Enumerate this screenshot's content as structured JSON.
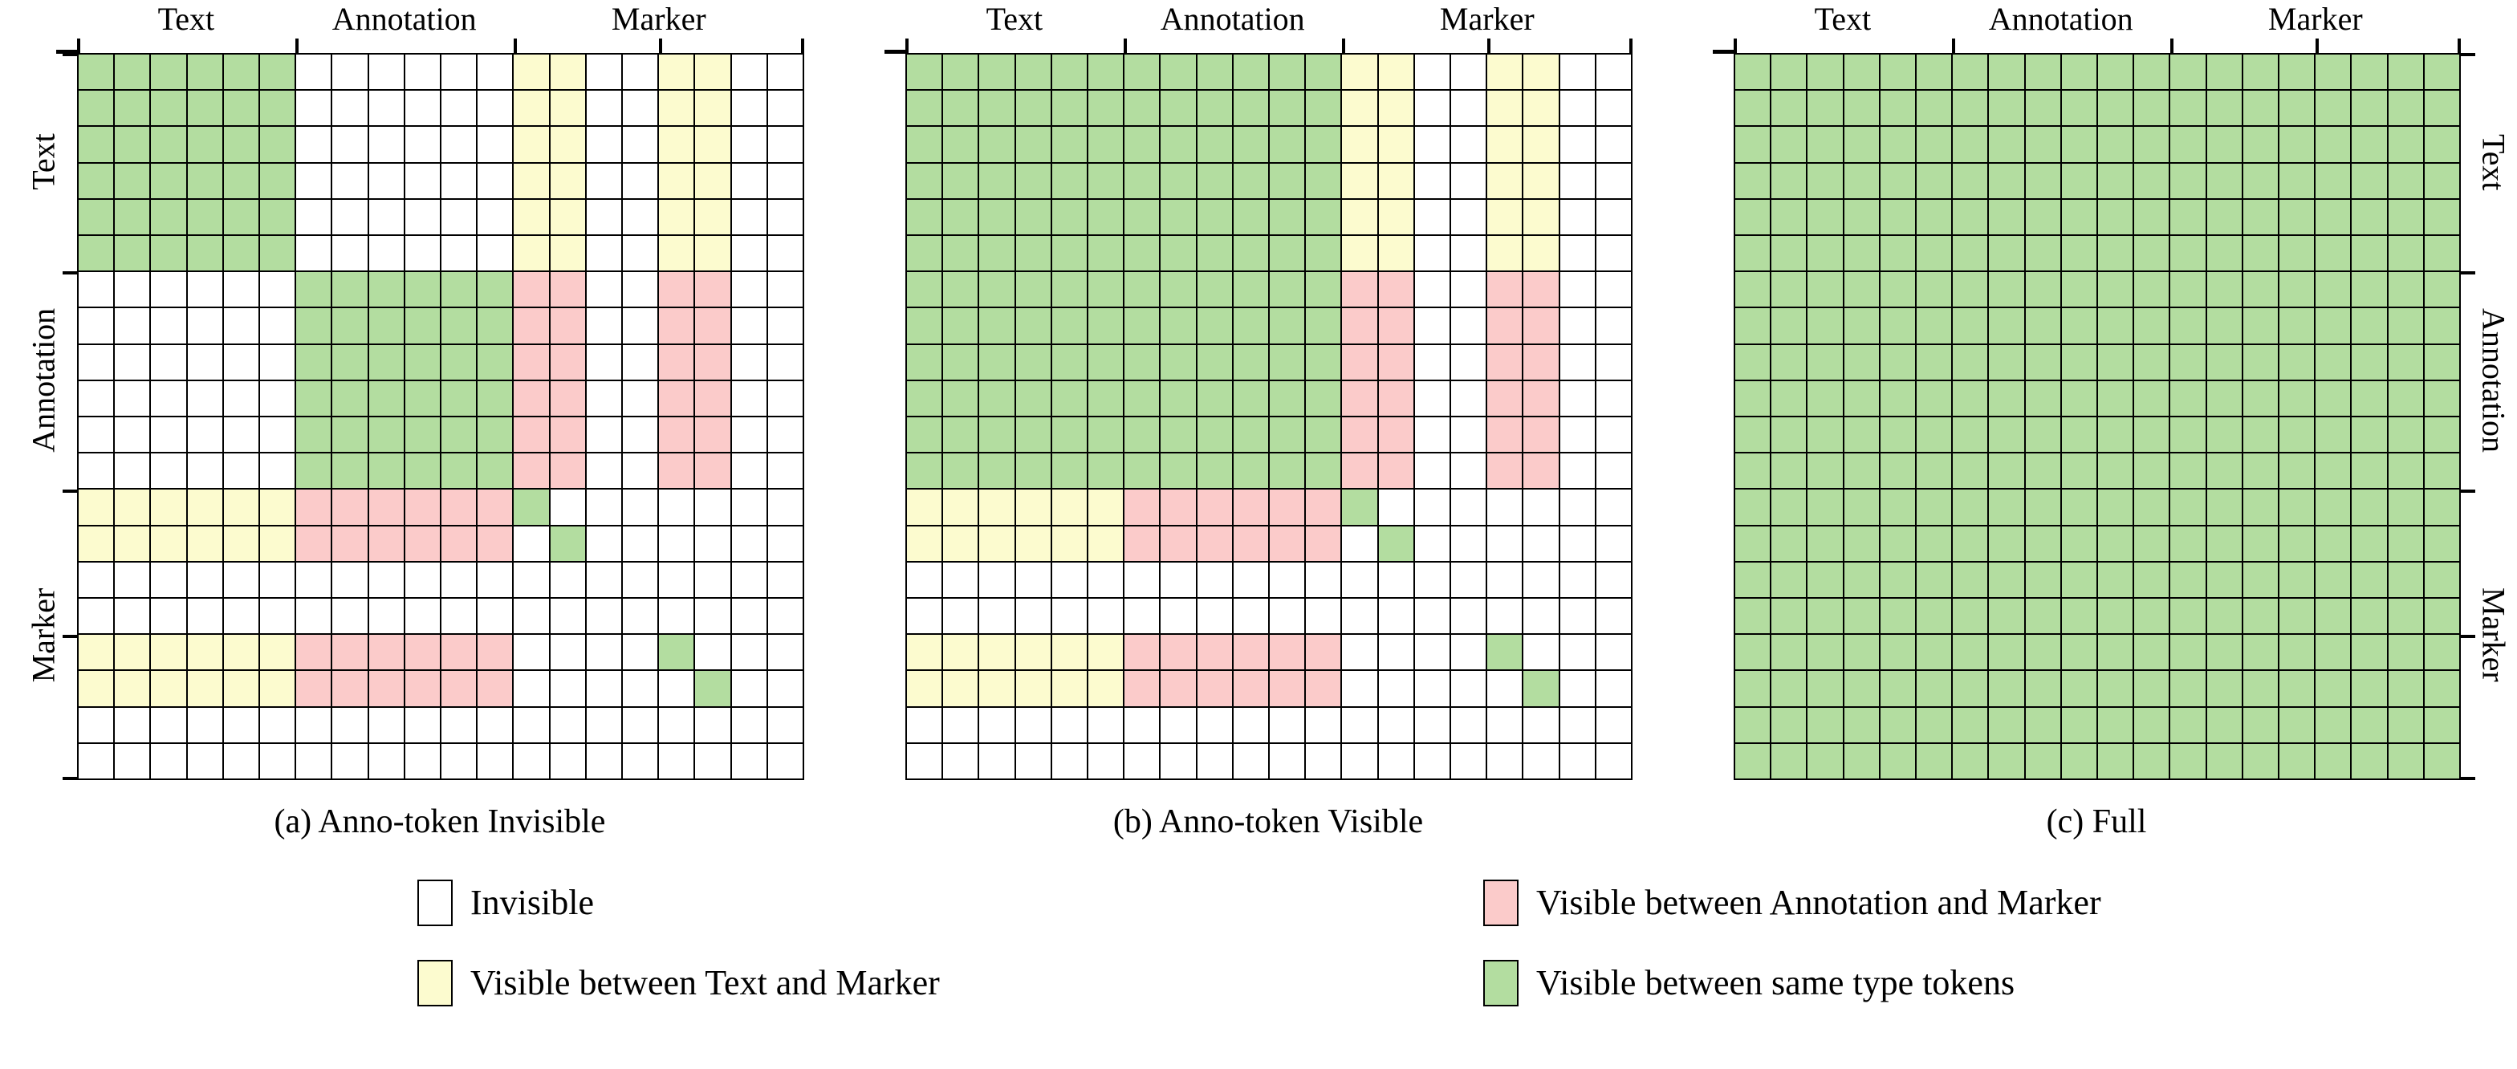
{
  "figure": {
    "group_labels": [
      "Text",
      "Annotation",
      "Marker"
    ],
    "group_sizes": [
      6,
      6,
      8
    ],
    "matrix_size": 20,
    "colors": {
      "invisible": "#ffffff",
      "text_marker": "#fcfbcf",
      "annotation_marker": "#fbcbca",
      "same_type": "#b3dda0",
      "grid_line": "#000000"
    }
  },
  "panels": [
    {
      "id": "a",
      "caption": "(a) Anno-token Invisible",
      "col_labels": [
        "Text",
        "Annotation",
        "Marker"
      ],
      "row_labels": [
        "Text",
        "Annotation",
        "Marker"
      ],
      "show_right_labels": false
    },
    {
      "id": "b",
      "caption": "(b) Anno-token Visible",
      "col_labels": [
        "Text",
        "Annotation",
        "Marker"
      ],
      "row_labels": [
        "Text",
        "Annotation",
        "Marker"
      ],
      "show_right_labels": false
    },
    {
      "id": "c",
      "caption": "(c) Full",
      "col_labels": [
        "Text",
        "Annotation",
        "Marker"
      ],
      "row_labels": [
        "Text",
        "Annotation",
        "Marker"
      ],
      "show_right_labels": true
    }
  ],
  "legend": [
    {
      "swatch": "#ffffff",
      "label": "Invisible"
    },
    {
      "swatch": "#fcfbcf",
      "label": "Visible between Text and Marker"
    },
    {
      "swatch": "#fbcbca",
      "label": "Visible between Annotation and Marker"
    },
    {
      "swatch": "#b3dda0",
      "label": "Visible between same type tokens"
    }
  ],
  "chart_data": {
    "type": "heatmap",
    "title": "",
    "xlabel": "",
    "ylabel": "",
    "n_rows": 20,
    "n_cols": 20,
    "category_codes": {
      "0": "invisible",
      "1": "text_marker",
      "2": "annotation_marker",
      "3": "same_type"
    },
    "group_ranges": {
      "Text": [
        0,
        5
      ],
      "Annotation": [
        6,
        11
      ],
      "Marker": [
        12,
        19
      ]
    },
    "panels": {
      "a": [
        [
          3,
          3,
          3,
          3,
          3,
          3,
          0,
          0,
          0,
          0,
          0,
          0,
          1,
          1,
          0,
          0,
          1,
          1,
          0,
          0
        ],
        [
          3,
          3,
          3,
          3,
          3,
          3,
          0,
          0,
          0,
          0,
          0,
          0,
          1,
          1,
          0,
          0,
          1,
          1,
          0,
          0
        ],
        [
          3,
          3,
          3,
          3,
          3,
          3,
          0,
          0,
          0,
          0,
          0,
          0,
          1,
          1,
          0,
          0,
          1,
          1,
          0,
          0
        ],
        [
          3,
          3,
          3,
          3,
          3,
          3,
          0,
          0,
          0,
          0,
          0,
          0,
          1,
          1,
          0,
          0,
          1,
          1,
          0,
          0
        ],
        [
          3,
          3,
          3,
          3,
          3,
          3,
          0,
          0,
          0,
          0,
          0,
          0,
          1,
          1,
          0,
          0,
          1,
          1,
          0,
          0
        ],
        [
          3,
          3,
          3,
          3,
          3,
          3,
          0,
          0,
          0,
          0,
          0,
          0,
          1,
          1,
          0,
          0,
          1,
          1,
          0,
          0
        ],
        [
          0,
          0,
          0,
          0,
          0,
          0,
          3,
          3,
          3,
          3,
          3,
          3,
          2,
          2,
          0,
          0,
          2,
          2,
          0,
          0
        ],
        [
          0,
          0,
          0,
          0,
          0,
          0,
          3,
          3,
          3,
          3,
          3,
          3,
          2,
          2,
          0,
          0,
          2,
          2,
          0,
          0
        ],
        [
          0,
          0,
          0,
          0,
          0,
          0,
          3,
          3,
          3,
          3,
          3,
          3,
          2,
          2,
          0,
          0,
          2,
          2,
          0,
          0
        ],
        [
          0,
          0,
          0,
          0,
          0,
          0,
          3,
          3,
          3,
          3,
          3,
          3,
          2,
          2,
          0,
          0,
          2,
          2,
          0,
          0
        ],
        [
          0,
          0,
          0,
          0,
          0,
          0,
          3,
          3,
          3,
          3,
          3,
          3,
          2,
          2,
          0,
          0,
          2,
          2,
          0,
          0
        ],
        [
          0,
          0,
          0,
          0,
          0,
          0,
          3,
          3,
          3,
          3,
          3,
          3,
          2,
          2,
          0,
          0,
          2,
          2,
          0,
          0
        ],
        [
          1,
          1,
          1,
          1,
          1,
          1,
          2,
          2,
          2,
          2,
          2,
          2,
          3,
          0,
          0,
          0,
          0,
          0,
          0,
          0
        ],
        [
          1,
          1,
          1,
          1,
          1,
          1,
          2,
          2,
          2,
          2,
          2,
          2,
          0,
          3,
          0,
          0,
          0,
          0,
          0,
          0
        ],
        [
          0,
          0,
          0,
          0,
          0,
          0,
          0,
          0,
          0,
          0,
          0,
          0,
          0,
          0,
          0,
          0,
          0,
          0,
          0,
          0
        ],
        [
          0,
          0,
          0,
          0,
          0,
          0,
          0,
          0,
          0,
          0,
          0,
          0,
          0,
          0,
          0,
          0,
          0,
          0,
          0,
          0
        ],
        [
          1,
          1,
          1,
          1,
          1,
          1,
          2,
          2,
          2,
          2,
          2,
          2,
          0,
          0,
          0,
          0,
          3,
          0,
          0,
          0
        ],
        [
          1,
          1,
          1,
          1,
          1,
          1,
          2,
          2,
          2,
          2,
          2,
          2,
          0,
          0,
          0,
          0,
          0,
          3,
          0,
          0
        ],
        [
          0,
          0,
          0,
          0,
          0,
          0,
          0,
          0,
          0,
          0,
          0,
          0,
          0,
          0,
          0,
          0,
          0,
          0,
          0,
          0
        ],
        [
          0,
          0,
          0,
          0,
          0,
          0,
          0,
          0,
          0,
          0,
          0,
          0,
          0,
          0,
          0,
          0,
          0,
          0,
          0,
          0
        ]
      ],
      "b": [
        [
          3,
          3,
          3,
          3,
          3,
          3,
          3,
          3,
          3,
          3,
          3,
          3,
          1,
          1,
          0,
          0,
          1,
          1,
          0,
          0
        ],
        [
          3,
          3,
          3,
          3,
          3,
          3,
          3,
          3,
          3,
          3,
          3,
          3,
          1,
          1,
          0,
          0,
          1,
          1,
          0,
          0
        ],
        [
          3,
          3,
          3,
          3,
          3,
          3,
          3,
          3,
          3,
          3,
          3,
          3,
          1,
          1,
          0,
          0,
          1,
          1,
          0,
          0
        ],
        [
          3,
          3,
          3,
          3,
          3,
          3,
          3,
          3,
          3,
          3,
          3,
          3,
          1,
          1,
          0,
          0,
          1,
          1,
          0,
          0
        ],
        [
          3,
          3,
          3,
          3,
          3,
          3,
          3,
          3,
          3,
          3,
          3,
          3,
          1,
          1,
          0,
          0,
          1,
          1,
          0,
          0
        ],
        [
          3,
          3,
          3,
          3,
          3,
          3,
          3,
          3,
          3,
          3,
          3,
          3,
          1,
          1,
          0,
          0,
          1,
          1,
          0,
          0
        ],
        [
          3,
          3,
          3,
          3,
          3,
          3,
          3,
          3,
          3,
          3,
          3,
          3,
          2,
          2,
          0,
          0,
          2,
          2,
          0,
          0
        ],
        [
          3,
          3,
          3,
          3,
          3,
          3,
          3,
          3,
          3,
          3,
          3,
          3,
          2,
          2,
          0,
          0,
          2,
          2,
          0,
          0
        ],
        [
          3,
          3,
          3,
          3,
          3,
          3,
          3,
          3,
          3,
          3,
          3,
          3,
          2,
          2,
          0,
          0,
          2,
          2,
          0,
          0
        ],
        [
          3,
          3,
          3,
          3,
          3,
          3,
          3,
          3,
          3,
          3,
          3,
          3,
          2,
          2,
          0,
          0,
          2,
          2,
          0,
          0
        ],
        [
          3,
          3,
          3,
          3,
          3,
          3,
          3,
          3,
          3,
          3,
          3,
          3,
          2,
          2,
          0,
          0,
          2,
          2,
          0,
          0
        ],
        [
          3,
          3,
          3,
          3,
          3,
          3,
          3,
          3,
          3,
          3,
          3,
          3,
          2,
          2,
          0,
          0,
          2,
          2,
          0,
          0
        ],
        [
          1,
          1,
          1,
          1,
          1,
          1,
          2,
          2,
          2,
          2,
          2,
          2,
          3,
          0,
          0,
          0,
          0,
          0,
          0,
          0
        ],
        [
          1,
          1,
          1,
          1,
          1,
          1,
          2,
          2,
          2,
          2,
          2,
          2,
          0,
          3,
          0,
          0,
          0,
          0,
          0,
          0
        ],
        [
          0,
          0,
          0,
          0,
          0,
          0,
          0,
          0,
          0,
          0,
          0,
          0,
          0,
          0,
          0,
          0,
          0,
          0,
          0,
          0
        ],
        [
          0,
          0,
          0,
          0,
          0,
          0,
          0,
          0,
          0,
          0,
          0,
          0,
          0,
          0,
          0,
          0,
          0,
          0,
          0,
          0
        ],
        [
          1,
          1,
          1,
          1,
          1,
          1,
          2,
          2,
          2,
          2,
          2,
          2,
          0,
          0,
          0,
          0,
          3,
          0,
          0,
          0
        ],
        [
          1,
          1,
          1,
          1,
          1,
          1,
          2,
          2,
          2,
          2,
          2,
          2,
          0,
          0,
          0,
          0,
          0,
          3,
          0,
          0
        ],
        [
          0,
          0,
          0,
          0,
          0,
          0,
          0,
          0,
          0,
          0,
          0,
          0,
          0,
          0,
          0,
          0,
          0,
          0,
          0,
          0
        ],
        [
          0,
          0,
          0,
          0,
          0,
          0,
          0,
          0,
          0,
          0,
          0,
          0,
          0,
          0,
          0,
          0,
          0,
          0,
          0,
          0
        ]
      ],
      "c": [
        [
          3,
          3,
          3,
          3,
          3,
          3,
          3,
          3,
          3,
          3,
          3,
          3,
          3,
          3,
          3,
          3,
          3,
          3,
          3,
          3
        ],
        [
          3,
          3,
          3,
          3,
          3,
          3,
          3,
          3,
          3,
          3,
          3,
          3,
          3,
          3,
          3,
          3,
          3,
          3,
          3,
          3
        ],
        [
          3,
          3,
          3,
          3,
          3,
          3,
          3,
          3,
          3,
          3,
          3,
          3,
          3,
          3,
          3,
          3,
          3,
          3,
          3,
          3
        ],
        [
          3,
          3,
          3,
          3,
          3,
          3,
          3,
          3,
          3,
          3,
          3,
          3,
          3,
          3,
          3,
          3,
          3,
          3,
          3,
          3
        ],
        [
          3,
          3,
          3,
          3,
          3,
          3,
          3,
          3,
          3,
          3,
          3,
          3,
          3,
          3,
          3,
          3,
          3,
          3,
          3,
          3
        ],
        [
          3,
          3,
          3,
          3,
          3,
          3,
          3,
          3,
          3,
          3,
          3,
          3,
          3,
          3,
          3,
          3,
          3,
          3,
          3,
          3
        ],
        [
          3,
          3,
          3,
          3,
          3,
          3,
          3,
          3,
          3,
          3,
          3,
          3,
          3,
          3,
          3,
          3,
          3,
          3,
          3,
          3
        ],
        [
          3,
          3,
          3,
          3,
          3,
          3,
          3,
          3,
          3,
          3,
          3,
          3,
          3,
          3,
          3,
          3,
          3,
          3,
          3,
          3
        ],
        [
          3,
          3,
          3,
          3,
          3,
          3,
          3,
          3,
          3,
          3,
          3,
          3,
          3,
          3,
          3,
          3,
          3,
          3,
          3,
          3
        ],
        [
          3,
          3,
          3,
          3,
          3,
          3,
          3,
          3,
          3,
          3,
          3,
          3,
          3,
          3,
          3,
          3,
          3,
          3,
          3,
          3
        ],
        [
          3,
          3,
          3,
          3,
          3,
          3,
          3,
          3,
          3,
          3,
          3,
          3,
          3,
          3,
          3,
          3,
          3,
          3,
          3,
          3
        ],
        [
          3,
          3,
          3,
          3,
          3,
          3,
          3,
          3,
          3,
          3,
          3,
          3,
          3,
          3,
          3,
          3,
          3,
          3,
          3,
          3
        ],
        [
          3,
          3,
          3,
          3,
          3,
          3,
          3,
          3,
          3,
          3,
          3,
          3,
          3,
          3,
          3,
          3,
          3,
          3,
          3,
          3
        ],
        [
          3,
          3,
          3,
          3,
          3,
          3,
          3,
          3,
          3,
          3,
          3,
          3,
          3,
          3,
          3,
          3,
          3,
          3,
          3,
          3
        ],
        [
          3,
          3,
          3,
          3,
          3,
          3,
          3,
          3,
          3,
          3,
          3,
          3,
          3,
          3,
          3,
          3,
          3,
          3,
          3,
          3
        ],
        [
          3,
          3,
          3,
          3,
          3,
          3,
          3,
          3,
          3,
          3,
          3,
          3,
          3,
          3,
          3,
          3,
          3,
          3,
          3,
          3
        ],
        [
          3,
          3,
          3,
          3,
          3,
          3,
          3,
          3,
          3,
          3,
          3,
          3,
          3,
          3,
          3,
          3,
          3,
          3,
          3,
          3
        ],
        [
          3,
          3,
          3,
          3,
          3,
          3,
          3,
          3,
          3,
          3,
          3,
          3,
          3,
          3,
          3,
          3,
          3,
          3,
          3,
          3
        ],
        [
          3,
          3,
          3,
          3,
          3,
          3,
          3,
          3,
          3,
          3,
          3,
          3,
          3,
          3,
          3,
          3,
          3,
          3,
          3,
          3
        ],
        [
          3,
          3,
          3,
          3,
          3,
          3,
          3,
          3,
          3,
          3,
          3,
          3,
          3,
          3,
          3,
          3,
          3,
          3,
          3,
          3
        ]
      ]
    }
  }
}
